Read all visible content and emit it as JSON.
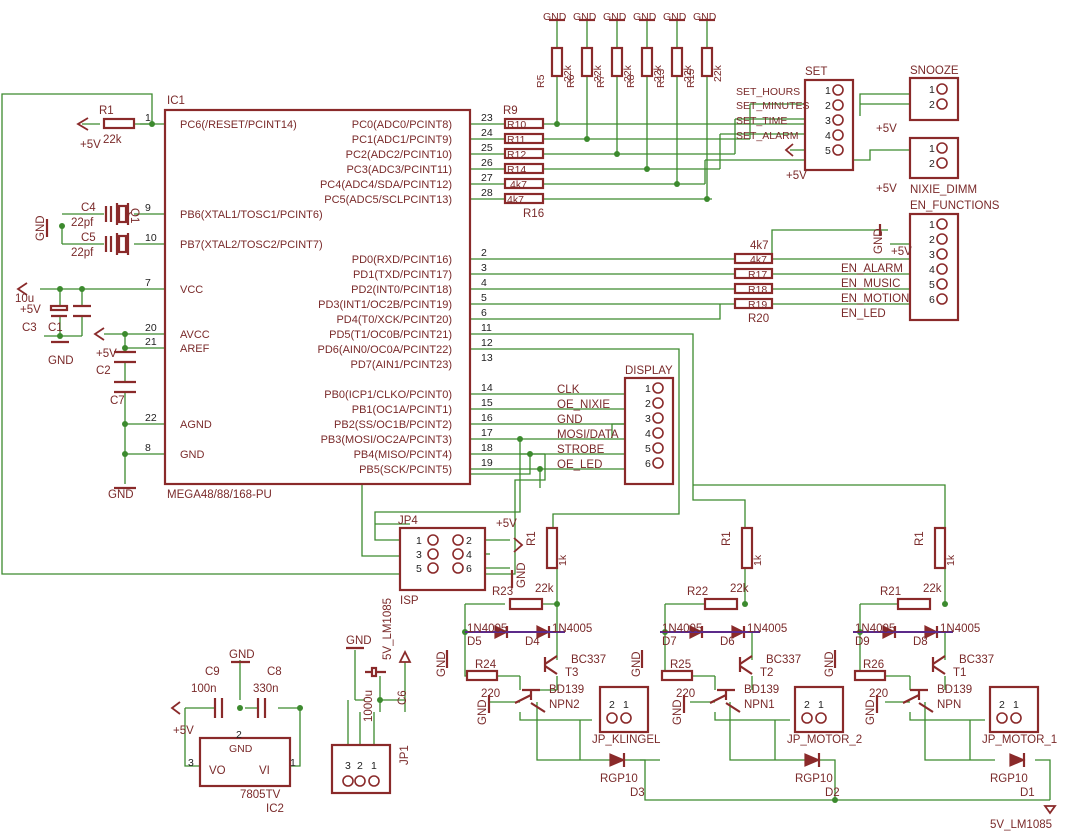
{
  "mcu": {
    "ref": "IC1",
    "part": "MEGA48/88/168-PU",
    "left_pins": [
      {
        "no": "1",
        "name": "PC6(/RESET/PCINT14)"
      },
      {
        "no": "9",
        "name": "PB6(XTAL1/TOSC1/PCINT6)"
      },
      {
        "no": "10",
        "name": "PB7(XTAL2/TOSC2/PCINT7)"
      },
      {
        "no": "7",
        "name": "VCC"
      },
      {
        "no": "20",
        "name": "AVCC"
      },
      {
        "no": "21",
        "name": "AREF"
      },
      {
        "no": "22",
        "name": "AGND"
      },
      {
        "no": "8",
        "name": "GND"
      }
    ],
    "right_pins": [
      {
        "no": "23",
        "name": "PC0(ADC0/PCINT8)"
      },
      {
        "no": "24",
        "name": "PC1(ADC1/PCINT9)"
      },
      {
        "no": "25",
        "name": "PC2(ADC2/PCINT10)"
      },
      {
        "no": "26",
        "name": "PC3(ADC3/PCINT11)"
      },
      {
        "no": "27",
        "name": "PC4(ADC4/SDA/PCINT12)"
      },
      {
        "no": "28",
        "name": "PC5(ADC5/SCLPCINT13)"
      },
      {
        "no": "2",
        "name": "PD0(RXD/PCINT16)"
      },
      {
        "no": "3",
        "name": "PD1(TXD/PCINT17)"
      },
      {
        "no": "4",
        "name": "PD2(INT0/PCINT18)"
      },
      {
        "no": "5",
        "name": "PD3(INT1/OC2B/PCINT19)"
      },
      {
        "no": "6",
        "name": "PD4(T0/XCK/PCINT20)"
      },
      {
        "no": "11",
        "name": "PD5(T1/OC0B/PCINT21)"
      },
      {
        "no": "12",
        "name": "PD6(AIN0/OC0A/PCINT22)"
      },
      {
        "no": "13",
        "name": "PD7(AIN1/PCINT23)"
      },
      {
        "no": "14",
        "name": "PB0(ICP1/CLKO/PCINT0)"
      },
      {
        "no": "15",
        "name": "PB1(OC1A/PCINT1)"
      },
      {
        "no": "16",
        "name": "PB2(SS/OC1B/PCINT2)"
      },
      {
        "no": "17",
        "name": "PB3(MOSI/OC2A/PCINT3)"
      },
      {
        "no": "18",
        "name": "PB4(MISO/PCINT4)"
      },
      {
        "no": "19",
        "name": "PB5(SCK/PCINT5)"
      }
    ]
  },
  "labels": {
    "gnd": "GND",
    "p5v": "+5V",
    "r1": "R1",
    "r1v": "22k",
    "c4": "C4",
    "c4v": "22pf",
    "c5": "C5",
    "c5v": "22pf",
    "q1": "Q1",
    "c3": "C3",
    "c3v": "10u",
    "c1": "C1",
    "c2": "C2",
    "c7": "C7",
    "r9": "R9",
    "r10": "R10",
    "r11": "R11",
    "r12": "R12",
    "r14": "R14",
    "r16": "R16",
    "r4k7": "4k7",
    "r5": "R5",
    "r6": "R6",
    "r7": "R7",
    "r8": "R8",
    "r13": "R13",
    "r15": "R15",
    "r22k": "22k",
    "set": "SET",
    "set_lines": [
      "SET_HOURS",
      "SET_MINUTES",
      "SET_TIME",
      "SET_ALARM"
    ],
    "snooze": "SNOOZE",
    "nixie_dimm": "NIXIE_DIMM",
    "en_functions": "EN_FUNCTIONS",
    "en_lines": [
      "EN_ALARM",
      "EN_MUSIC",
      "EN_MOTION",
      "EN_LED"
    ],
    "r17": "R17",
    "r18": "R18",
    "r19": "R19",
    "r20": "R20",
    "display": "DISPLAY",
    "disp_lines": [
      "CLK",
      "OE_NIXIE",
      "GND",
      "MOSI/DATA",
      "STROBE",
      "OE_LED"
    ],
    "jp4": "JP4",
    "isp": "ISP",
    "r1k": "1k",
    "r220": "220",
    "r23": "R23",
    "r22": "R22",
    "r21": "R21",
    "r24": "R24",
    "r25": "R25",
    "r26": "R26",
    "d1n": "1N4005",
    "d5": "D5",
    "d4": "D4",
    "d7": "D7",
    "d6": "D6",
    "d9": "D9",
    "d8": "D8",
    "t3": "T3",
    "t2": "T2",
    "t1": "T1",
    "bc337": "BC337",
    "bd139": "BD139",
    "npn2": "NPN2",
    "npn1": "NPN1",
    "npn": "NPN",
    "jp_klingel": "JP_KLINGEL",
    "jp_motor2": "JP_MOTOR_2",
    "jp_motor1": "JP_MOTOR_1",
    "rgp10": "RGP10",
    "d3": "D3",
    "d2": "D2",
    "d1": "D1",
    "c9": "C9",
    "c9v": "100n",
    "c8": "C8",
    "c8v": "330n",
    "reg_vo": "VO",
    "reg_vi": "VI",
    "reg_part": "7805TV",
    "ic2": "IC2",
    "c6": "C6",
    "c6v": "1000u",
    "lm1085": "5V_LM1085",
    "jp1": "JP1"
  }
}
